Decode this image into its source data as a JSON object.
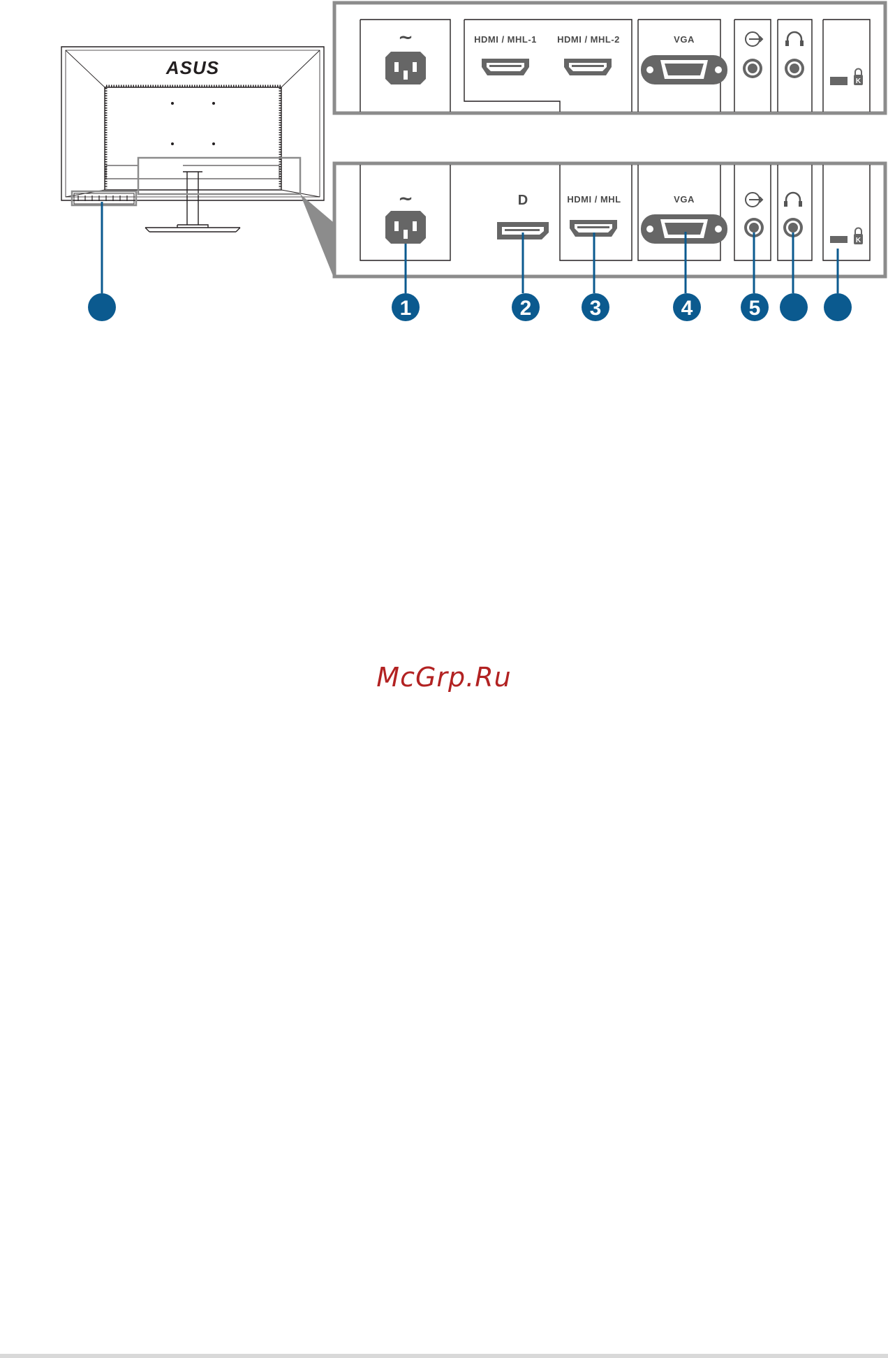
{
  "colors": {
    "callout": "#0b5a8f",
    "outline": "#8c8c8c",
    "port": "#666666",
    "line": "#231f20",
    "watermark": "#b22222",
    "rule": "#d9d9d9"
  },
  "monitor": {
    "logo": "ASUS",
    "icons": [
      "monitor-rear-outline",
      "stand-icon",
      "control-buttons-icon"
    ]
  },
  "panel_top": {
    "ports": [
      {
        "name": "ac-power",
        "label": "~"
      },
      {
        "name": "hdmi-mhl-1",
        "label": "HDMI / MHL-1"
      },
      {
        "name": "hdmi-mhl-2",
        "label": "HDMI / MHL-2"
      },
      {
        "name": "vga",
        "label": "VGA"
      },
      {
        "name": "audio-in",
        "label": ""
      },
      {
        "name": "earphone",
        "label": ""
      },
      {
        "name": "kensington-lock",
        "label": ""
      }
    ]
  },
  "panel_bottom": {
    "ports": [
      {
        "name": "ac-power",
        "label": "~"
      },
      {
        "name": "displayport",
        "label": "D"
      },
      {
        "name": "hdmi-mhl",
        "label": "HDMI / MHL"
      },
      {
        "name": "vga",
        "label": "VGA"
      },
      {
        "name": "audio-in",
        "label": ""
      },
      {
        "name": "earphone",
        "label": ""
      },
      {
        "name": "kensington-lock",
        "label": ""
      }
    ]
  },
  "callouts": [
    "",
    "1",
    "2",
    "3",
    "4",
    "5",
    "",
    ""
  ],
  "watermark": "McGrp.Ru"
}
